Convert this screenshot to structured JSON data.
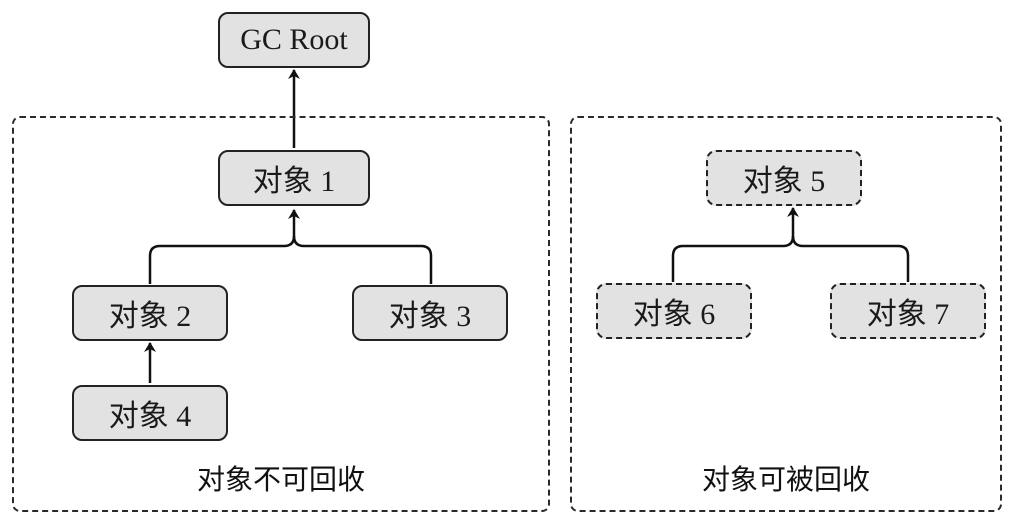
{
  "nodes": {
    "gc_root": "GC Root",
    "obj1": "对象 1",
    "obj2": "对象 2",
    "obj3": "对象 3",
    "obj4": "对象 4",
    "obj5": "对象 5",
    "obj6": "对象 6",
    "obj7": "对象 7"
  },
  "regions": {
    "reachable_label": "对象不可回收",
    "unreachable_label": "对象可被回收"
  },
  "colors": {
    "node_fill": "#e2e2e2",
    "stroke": "#222222"
  }
}
